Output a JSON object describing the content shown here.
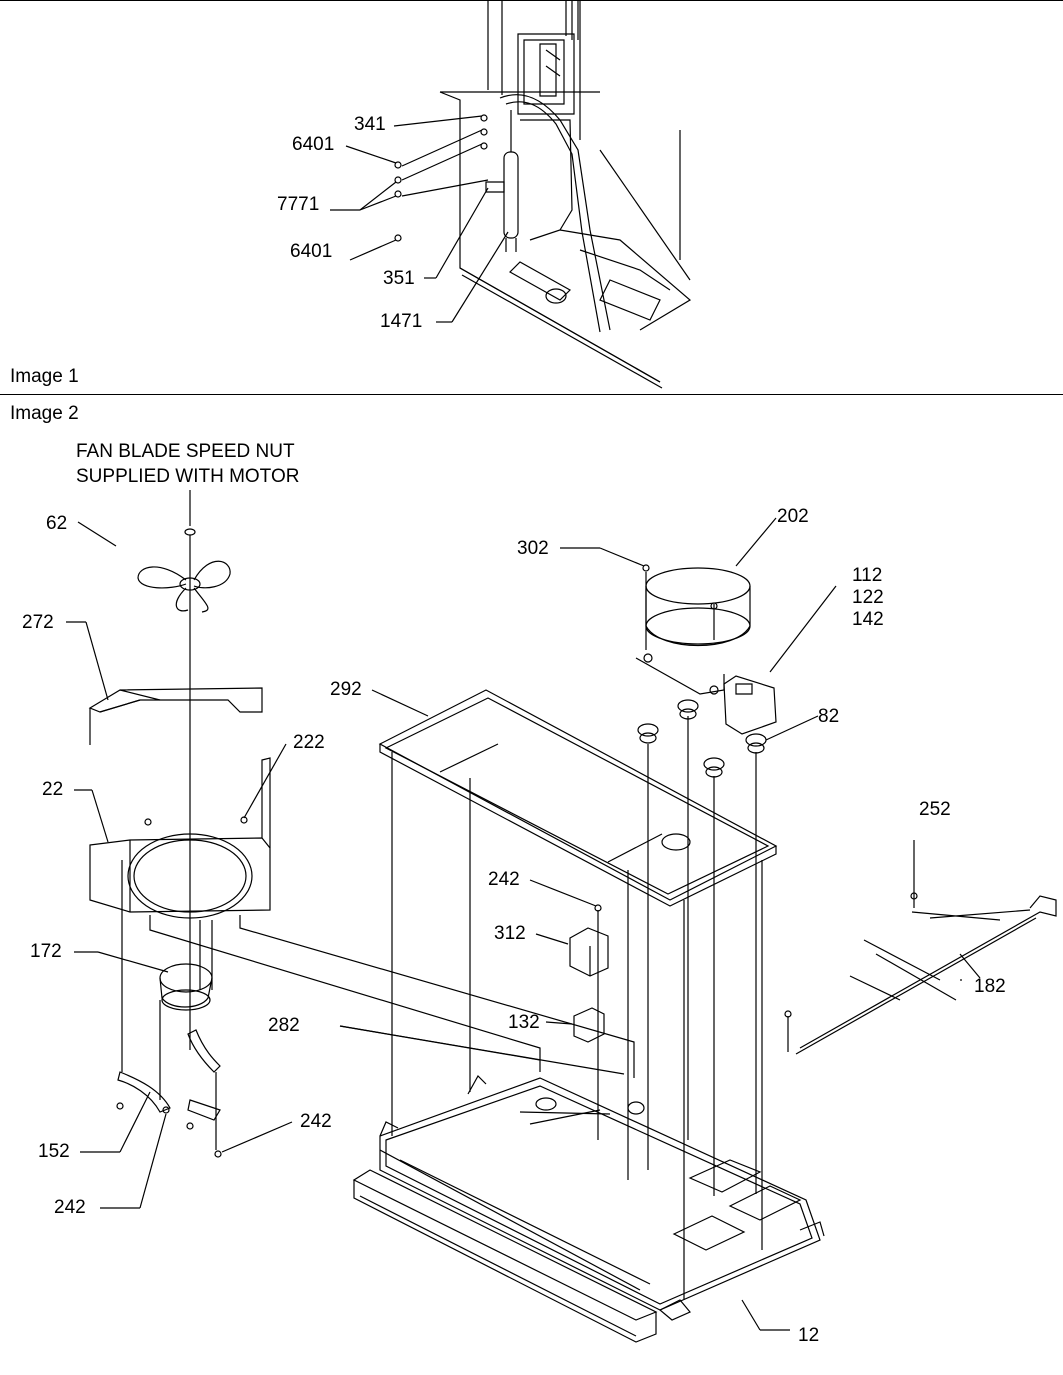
{
  "image1": {
    "caption": "Image 1",
    "callouts": {
      "c341": "341",
      "c6401a": "6401",
      "c7771": "7771",
      "c6401b": "6401",
      "c351": "351",
      "c1471": "1471"
    }
  },
  "image2": {
    "caption": "Image 2",
    "note_line1": "FAN BLADE SPEED NUT",
    "note_line2": "SUPPLIED WITH MOTOR",
    "callouts": {
      "c62": "62",
      "c272": "272",
      "c222": "222",
      "c22": "22",
      "c172": "172",
      "c152": "152",
      "c242a": "242",
      "c242b": "242",
      "c242c": "242",
      "c282": "282",
      "c302": "302",
      "c202": "202",
      "c112": "112",
      "c122": "122",
      "c142": "142",
      "c292": "292",
      "c82": "82",
      "c312": "312",
      "c132": "132",
      "c252": "252",
      "c182": "182",
      "c12": "12"
    }
  }
}
